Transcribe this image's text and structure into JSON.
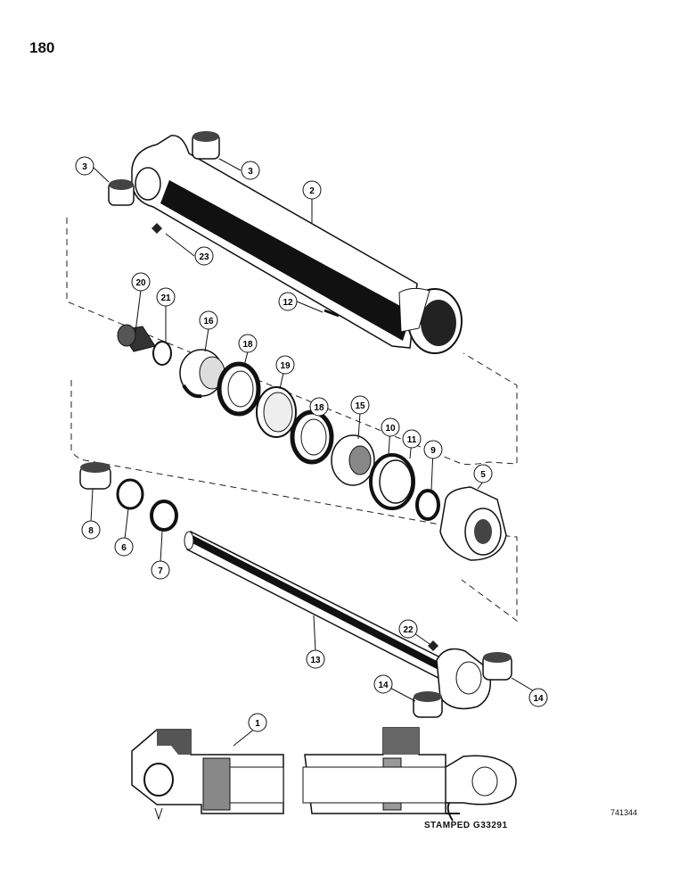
{
  "page": {
    "number": "180",
    "figure_code": "741344",
    "stamp_note": "STAMPED G33291"
  },
  "callouts": [
    {
      "id": "c1",
      "label": "1"
    },
    {
      "id": "c2",
      "label": "2"
    },
    {
      "id": "c3a",
      "label": "3"
    },
    {
      "id": "c3b",
      "label": "3"
    },
    {
      "id": "c5",
      "label": "5"
    },
    {
      "id": "c6",
      "label": "6"
    },
    {
      "id": "c7",
      "label": "7"
    },
    {
      "id": "c8",
      "label": "8"
    },
    {
      "id": "c9",
      "label": "9"
    },
    {
      "id": "c10",
      "label": "10"
    },
    {
      "id": "c11",
      "label": "11"
    },
    {
      "id": "c12",
      "label": "12"
    },
    {
      "id": "c13",
      "label": "13"
    },
    {
      "id": "c14a",
      "label": "14"
    },
    {
      "id": "c14b",
      "label": "14"
    },
    {
      "id": "c15",
      "label": "15"
    },
    {
      "id": "c16",
      "label": "16"
    },
    {
      "id": "c18a",
      "label": "18"
    },
    {
      "id": "c18b",
      "label": "18"
    },
    {
      "id": "c19",
      "label": "19"
    },
    {
      "id": "c20",
      "label": "20"
    },
    {
      "id": "c21",
      "label": "21"
    },
    {
      "id": "c22",
      "label": "22"
    },
    {
      "id": "c23",
      "label": "23"
    }
  ]
}
